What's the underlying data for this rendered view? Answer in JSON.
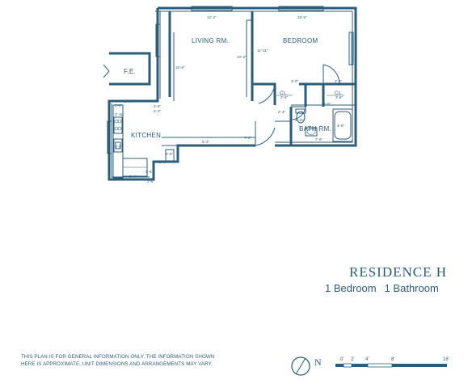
{
  "residence": {
    "title": "RESIDENCE H",
    "bedrooms": "1 Bedroom",
    "bathrooms": "1 Bathroom"
  },
  "disclaimer": {
    "line1": "THIS PLAN IS FOR GENERAL INFORMATION ONLY. THE INFORMATION SHOWN",
    "line2": "HERE IS APPROXIMATE. UNIT DIMENSIONS AND ARRANGEMENTS MAY VARY."
  },
  "compass": {
    "label": "N"
  },
  "scale": {
    "ticks": [
      "0'",
      "2'",
      "4'",
      "8'",
      "16'"
    ]
  },
  "rooms": {
    "living": "LIVING RM.",
    "bedroom": "BEDROOM",
    "kitchen": "KITCHEN",
    "bath": "BATH RM.",
    "fe": "F.E.",
    "closet1": "CL.",
    "closet2": "CL."
  },
  "dimensions": {
    "living_width": "12'-2\"",
    "bedroom_width": "18'-5\"",
    "living_depth": "15'-8\"",
    "bedroom_depth": "11'-11\"",
    "bedroom_depth_right": "10'-2\"",
    "cl1_w": "3'-0\"",
    "cl1_d": "2'-6\"",
    "cl2_w": "2'-8\"",
    "cl2_d": "3'-6\"",
    "bath_top": "5'-6\"",
    "bath_left": "2'-4\"",
    "bath_lav": "2'-11\"",
    "bath_w": "7'-6\"",
    "bath_d": "4'-8\"",
    "hall_w": "5'-4\"",
    "hall_d": "7'-2\"",
    "kit_top": "5'-4\"",
    "kit_a": "2'-6\"",
    "kit_b": "2'-3\"",
    "kit_c": "2'-8\"",
    "kit_d": "2'-11\"",
    "kit_e": "3'-8\"",
    "kit_f": "2'-6\"",
    "kit_g": "2'-6\"",
    "kit_h": "2'-6\"",
    "kit_i": "2'-6\"",
    "kit_w": "8'-4\""
  }
}
